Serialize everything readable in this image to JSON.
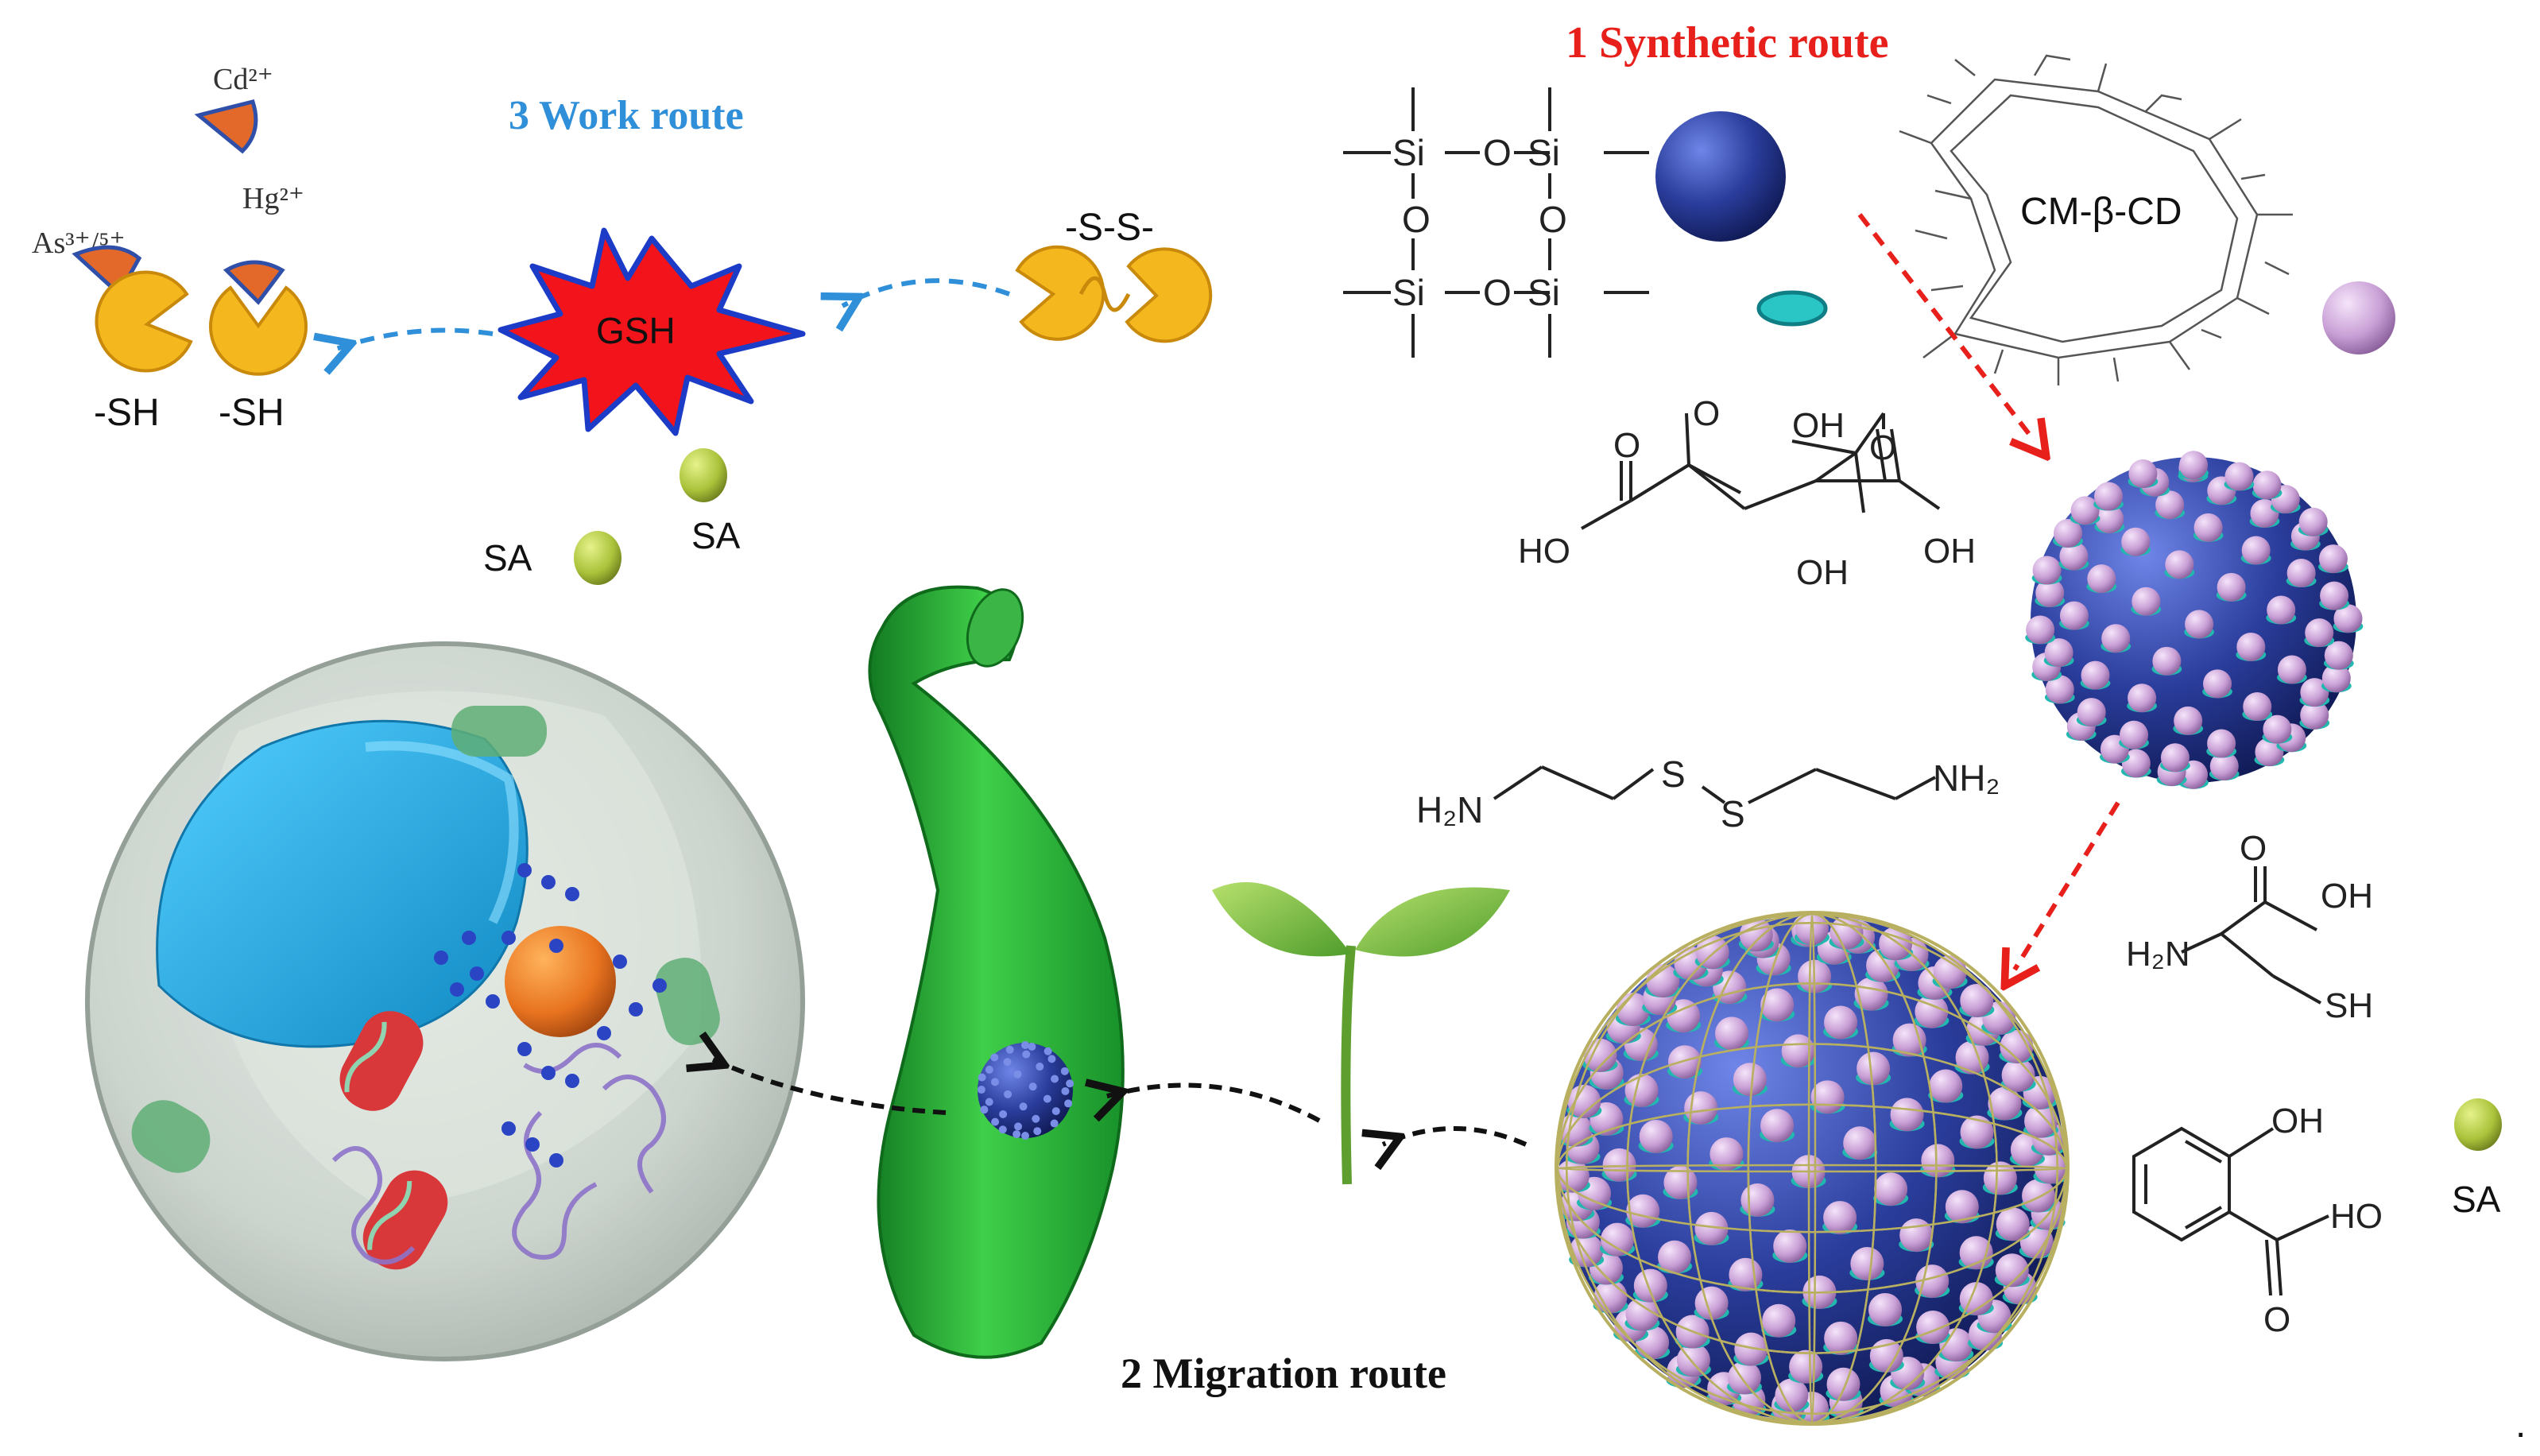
{
  "routes": {
    "synthetic": "1 Synthetic route",
    "migration": "2 Migration route",
    "work": "3 Work route"
  },
  "work_route": {
    "ions": [
      "Cd²⁺",
      "As³⁺/⁵⁺",
      "Hg²⁺"
    ],
    "thiol_labels": [
      "-SH",
      "-SH"
    ],
    "gsh": "GSH",
    "disulfide": "-S-S-",
    "sa_labels": [
      "SA",
      "SA"
    ]
  },
  "synthesis": {
    "cd_label": "CM-β-CD",
    "si": "Si",
    "o": "O",
    "citric_labels": {
      "oh_top": "OH",
      "ho_left": "HO",
      "oh_mid": "OH",
      "oh_right": "OH",
      "o": "O"
    },
    "cystamine": {
      "h2n": "H₂N",
      "s": "S",
      "nh2": "NH₂"
    },
    "cysteine": {
      "h2n": "H₂N",
      "oh": "OH",
      "o": "O",
      "sh": "SH"
    },
    "salicylic": {
      "oh": "OH",
      "ho": "HO",
      "o": "O"
    },
    "sa_label": "SA"
  },
  "colors": {
    "synthetic_red": "#e8201c",
    "work_blue": "#2f8fd8",
    "gsh_red": "#f2141a",
    "core_blue": "#2a3d9c",
    "cd_pink": "#c9a0d6",
    "plant_green": "#2aa338",
    "nucleus_cyan": "#1fa9dc",
    "sa_green": "#a9c23a",
    "thiol_yellow": "#f4b81e",
    "ion_orange": "#e3692a"
  },
  "trailing_mark": "."
}
